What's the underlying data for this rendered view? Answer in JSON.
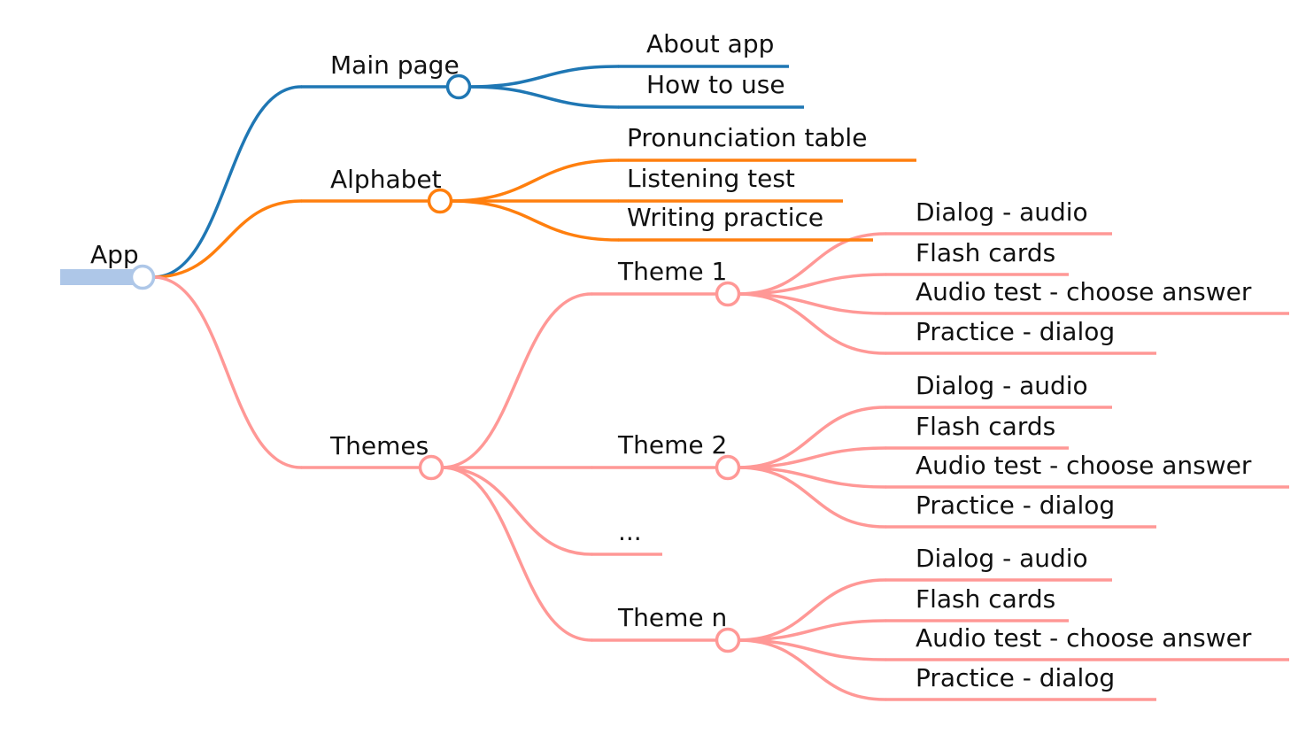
{
  "colors": {
    "root": "#aec7e8",
    "main_page": "#1f77b4",
    "alphabet": "#ff7f0e",
    "themes": "#ff9896"
  },
  "root": {
    "label": "App",
    "children": [
      {
        "label": "Main page",
        "color_key": "main_page",
        "children": [
          {
            "label": "About app"
          },
          {
            "label": "How to use"
          }
        ]
      },
      {
        "label": "Alphabet",
        "color_key": "alphabet",
        "children": [
          {
            "label": "Pronunciation table"
          },
          {
            "label": "Listening test"
          },
          {
            "label": "Writing practice"
          }
        ]
      },
      {
        "label": "Themes",
        "color_key": "themes",
        "children": [
          {
            "label": "Theme 1",
            "children": [
              {
                "label": "Dialog - audio"
              },
              {
                "label": "Flash cards"
              },
              {
                "label": "Audio test - choose answer"
              },
              {
                "label": "Practice - dialog"
              }
            ]
          },
          {
            "label": "Theme 2",
            "children": [
              {
                "label": "Dialog - audio"
              },
              {
                "label": "Flash cards"
              },
              {
                "label": "Audio test - choose answer"
              },
              {
                "label": "Practice - dialog"
              }
            ]
          },
          {
            "label": "..."
          },
          {
            "label": "Theme n",
            "children": [
              {
                "label": "Dialog - audio"
              },
              {
                "label": "Flash cards"
              },
              {
                "label": "Audio test - choose answer"
              },
              {
                "label": "Practice - dialog"
              }
            ]
          }
        ]
      }
    ]
  }
}
